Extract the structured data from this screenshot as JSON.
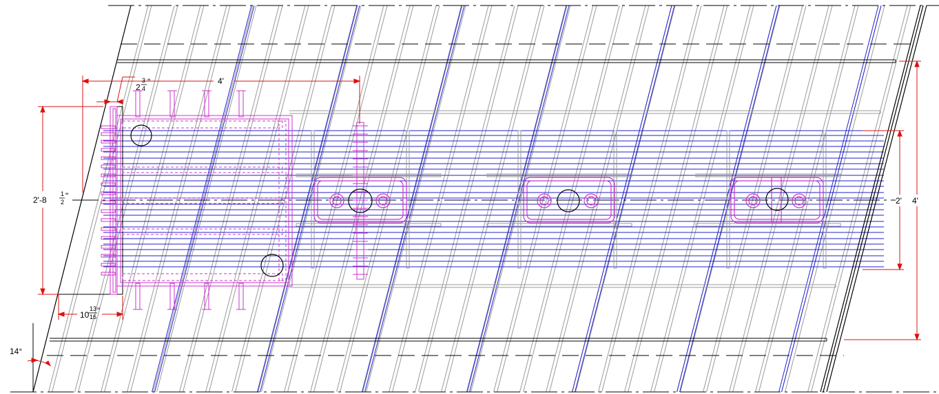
{
  "colors": {
    "background": "#ffffff",
    "outline": "#000000",
    "strands": "#2222cc",
    "grid_lines": "#9a9a9a",
    "embed_plate": "#cc33cc",
    "dimension_lines": "#dd1111"
  },
  "dimensions": {
    "top_offset_whole": "2",
    "top_offset_num": "3",
    "top_offset_den": "4",
    "top_offset_unit": "\"",
    "plate_length": "4'",
    "plate_height_whole": "2'-8",
    "plate_height_num": "1",
    "plate_height_den": "2",
    "plate_height_unit": "\"",
    "bottom_offset_whole": "10",
    "bottom_offset_num": "13",
    "bottom_offset_den": "16",
    "bottom_offset_unit": "\"",
    "skew_angle": "14°",
    "strand_group_height": "2'",
    "overall_height": "4'"
  },
  "icons": {
    "embed_plate": "embed-plate-icon",
    "bearing_pad": "bearing-pad-icon",
    "hole": "hole-circle-icon"
  }
}
